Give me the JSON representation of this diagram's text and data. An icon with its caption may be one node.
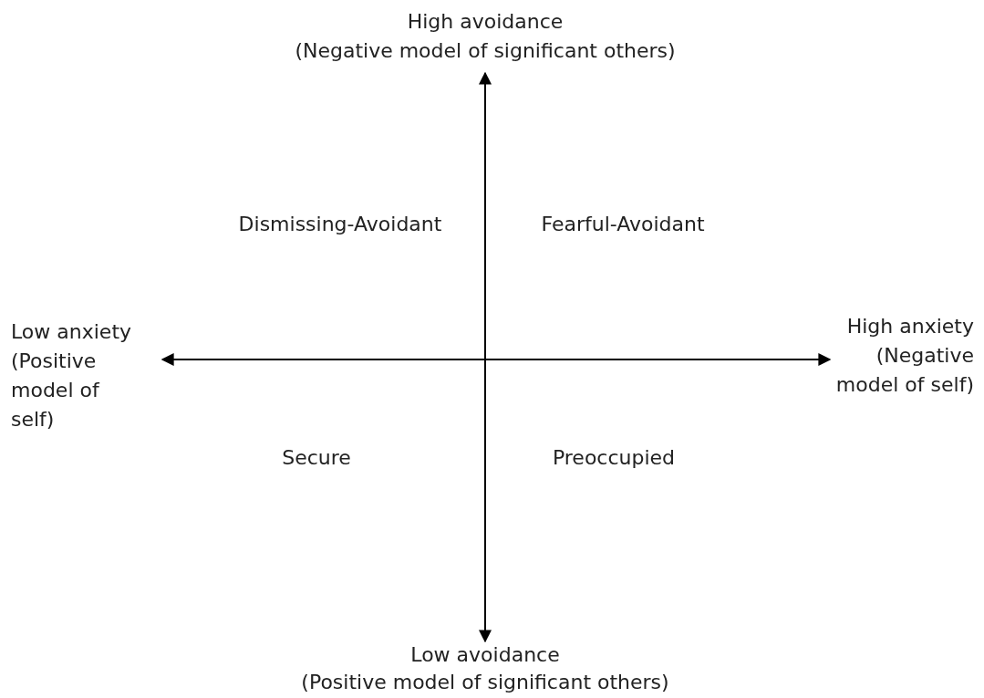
{
  "diagram": {
    "labels": [
      "High avoidance",
      "(Negative model of significant others)",
      "Dismissing-Avoidant",
      "Fearful-Avoidant",
      "Low anxiety",
      "(Positive model of self)",
      "High anxiety",
      "(Negative model of self)",
      "Secure",
      "Preoccupied",
      "Low avoidance",
      "(Positive model of significant others)"
    ]
  }
}
